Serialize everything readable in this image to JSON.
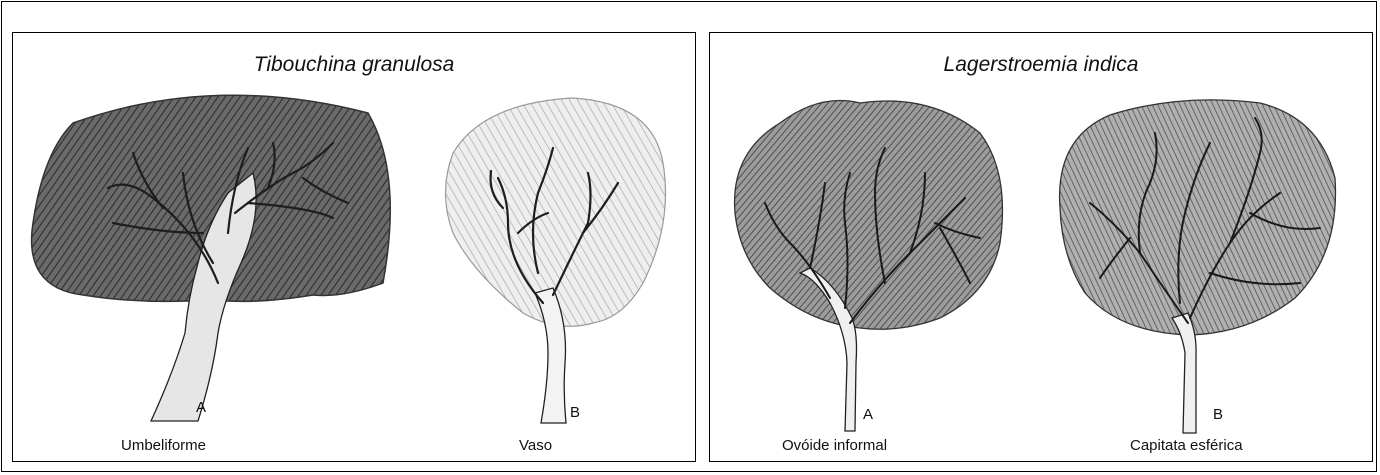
{
  "panels": [
    {
      "species": "Tibouchina granulosa",
      "trees": [
        {
          "letter": "A",
          "form": "Umbeliforme"
        },
        {
          "letter": "B",
          "form": "Vaso"
        }
      ]
    },
    {
      "species": "Lagerstroemia indica",
      "trees": [
        {
          "letter": "A",
          "form": "Ovóide informal"
        },
        {
          "letter": "B",
          "form": "Capitata esférica"
        }
      ]
    }
  ],
  "colors": {
    "border": "#000000",
    "dark_shading": "#3a3a3a",
    "light_shading": "#9a9a9a",
    "trunk": "#e6e6e6"
  }
}
